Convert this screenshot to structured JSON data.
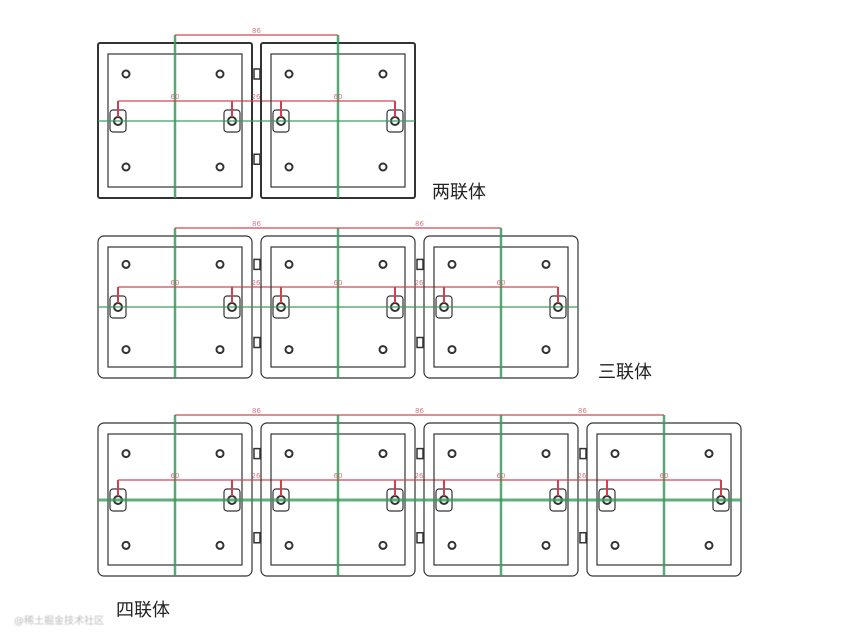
{
  "groups": [
    {
      "label": "两联体",
      "count": 2
    },
    {
      "label": "三联体",
      "count": 3
    },
    {
      "label": "四联体",
      "count": 4
    }
  ],
  "dimensions": {
    "pitch": "86",
    "tab_span": "60",
    "gap": "26"
  },
  "watermark": "@稀土掘金技术社区",
  "colors": {
    "outline": "#333333",
    "centerline": "#3a9a5c",
    "dimension": "#d04050"
  }
}
